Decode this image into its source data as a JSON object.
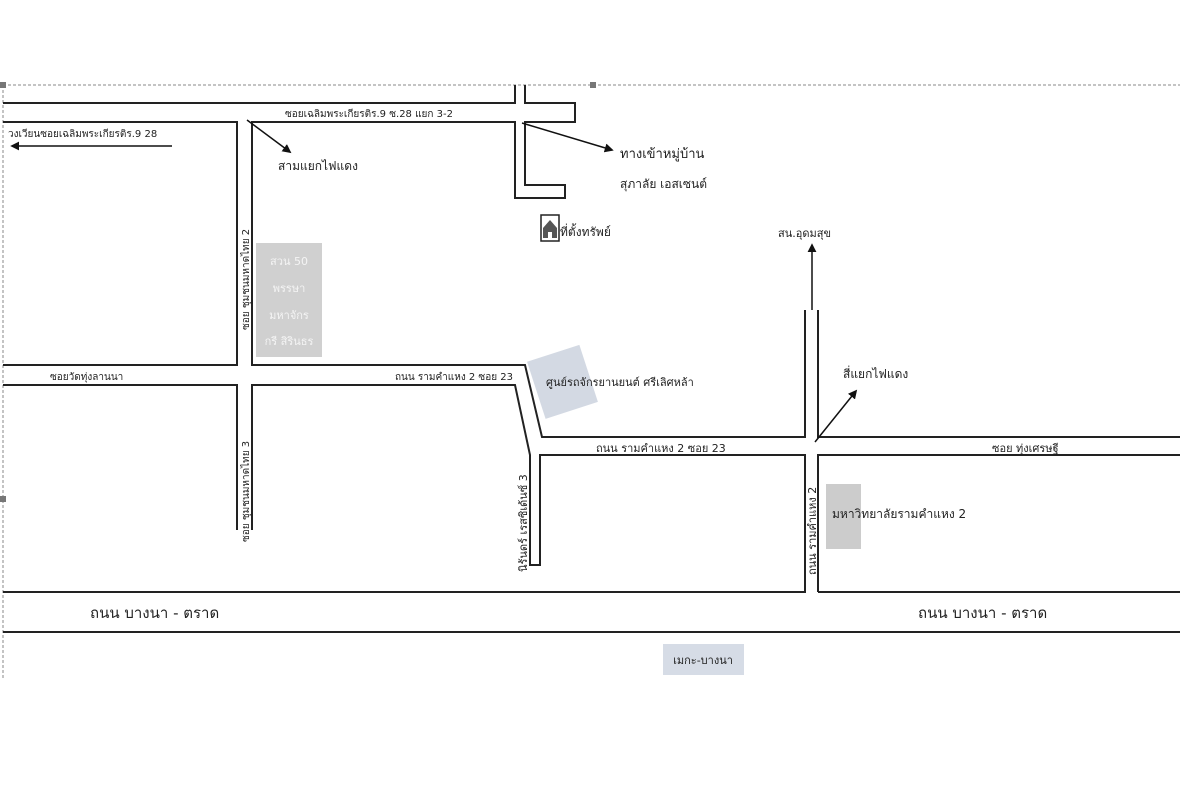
{
  "labels": {
    "top_road": "ซอยเฉลิมพระเกียรติร.9 ซ.28 แยก 3-2",
    "roundabout": "วงเวียนซอยเฉลิมพระเกียรติร.9 28",
    "three_way_light": "สามแยกไฟแดง",
    "village_entrance": "ทางเข้าหมู่บ้าน",
    "village_name": "สุภาลัย เอสเซนต์",
    "property": "ที่ตั้งทรัพย์",
    "udomsuk": "สน.อุดมสุข",
    "soi_2": "ซอย ชุมชนมหาดไทย 2",
    "soi_3": "ซอย ชุมชนมหาดไทย 3",
    "park": [
      "สวน 50",
      "พรรษา",
      "มหาจักร",
      "กรี สิรินธร"
    ],
    "wat_soi": "ซอยวัดทุ่งลานนา",
    "ramkhamhaeng_23_a": "ถนน รามคำแหง 2 ซอย 23",
    "ramkhamhaeng_23_b": "ถนน รามคำแหง 2 ซอย 23",
    "vehicle_center": "ศูนย์รถจักรยานยนต์ ศรีเลิศหล้า",
    "four_way_light": "สี่แยกไฟแดง",
    "soi_thung": "ซอย ทุ่งเศรษฐี",
    "nirun_soi": "นิรันดร์ เรสซิเด้นซ์ 3",
    "ramkhamhaeng_2": "ถนน รามคำแหง 2",
    "university": "มหาวิทยาลัยรามคำแหง 2",
    "bangna_left": "ถนน บางนา - ตราด",
    "bangna_right": "ถนน บางนา - ตราด",
    "megabangna": "เมกะ-บางนา"
  },
  "colors": {
    "park": "#d0d0d0",
    "building": "#d3d9e3",
    "mega": "#d6dce6"
  }
}
